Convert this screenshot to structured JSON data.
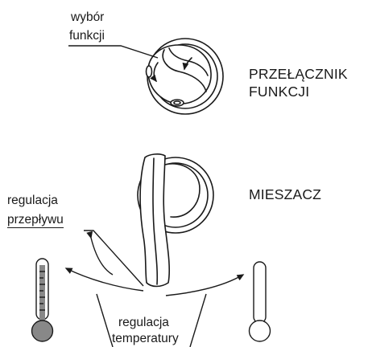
{
  "labels": {
    "function_select": [
      "wybór",
      "funkcji"
    ],
    "function_switch": [
      "PRZEŁĄCZNIK",
      "FUNKCJI"
    ],
    "mixer": "MIESZACZ",
    "flow_regulation": [
      "regulacja",
      "przepływu"
    ],
    "temperature_regulation": [
      "regulacja",
      "temperatury"
    ]
  },
  "colors": {
    "line": "#1a1a1a",
    "hot_thermometer_fill": "#888888",
    "cold_thermometer_fill": "#ffffff"
  }
}
